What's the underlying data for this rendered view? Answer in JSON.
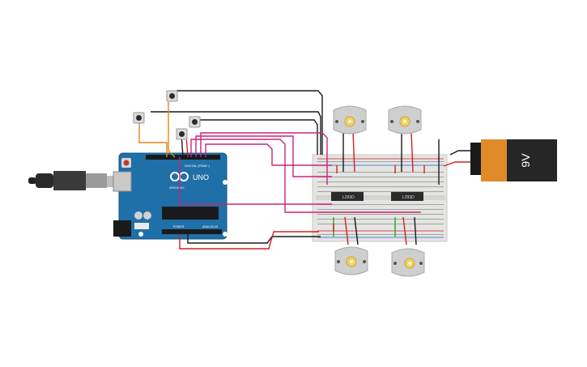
{
  "arduino": {
    "logo_text": "UNO",
    "brand_text": "ARDUINO",
    "header_digital": "DIGITAL (PWM~)",
    "header_power": "POWER",
    "header_analog": "ANALOG IN"
  },
  "drivers": [
    {
      "label": "L293D"
    },
    {
      "label": "L293D"
    }
  ],
  "battery": {
    "label": "9V"
  },
  "components": {
    "buttons": 4,
    "motors": 4
  },
  "colors": {
    "board": "#1f6fa8",
    "breadboard": "#e4e4e2",
    "wire_black": "#1a1a1a",
    "wire_red": "#d42020",
    "wire_magenta": "#c8257a",
    "wire_orange": "#e0851c",
    "wire_green": "#2aa02a",
    "battery_body": "#e08a2a",
    "motor_body": "#cfcfcf"
  }
}
